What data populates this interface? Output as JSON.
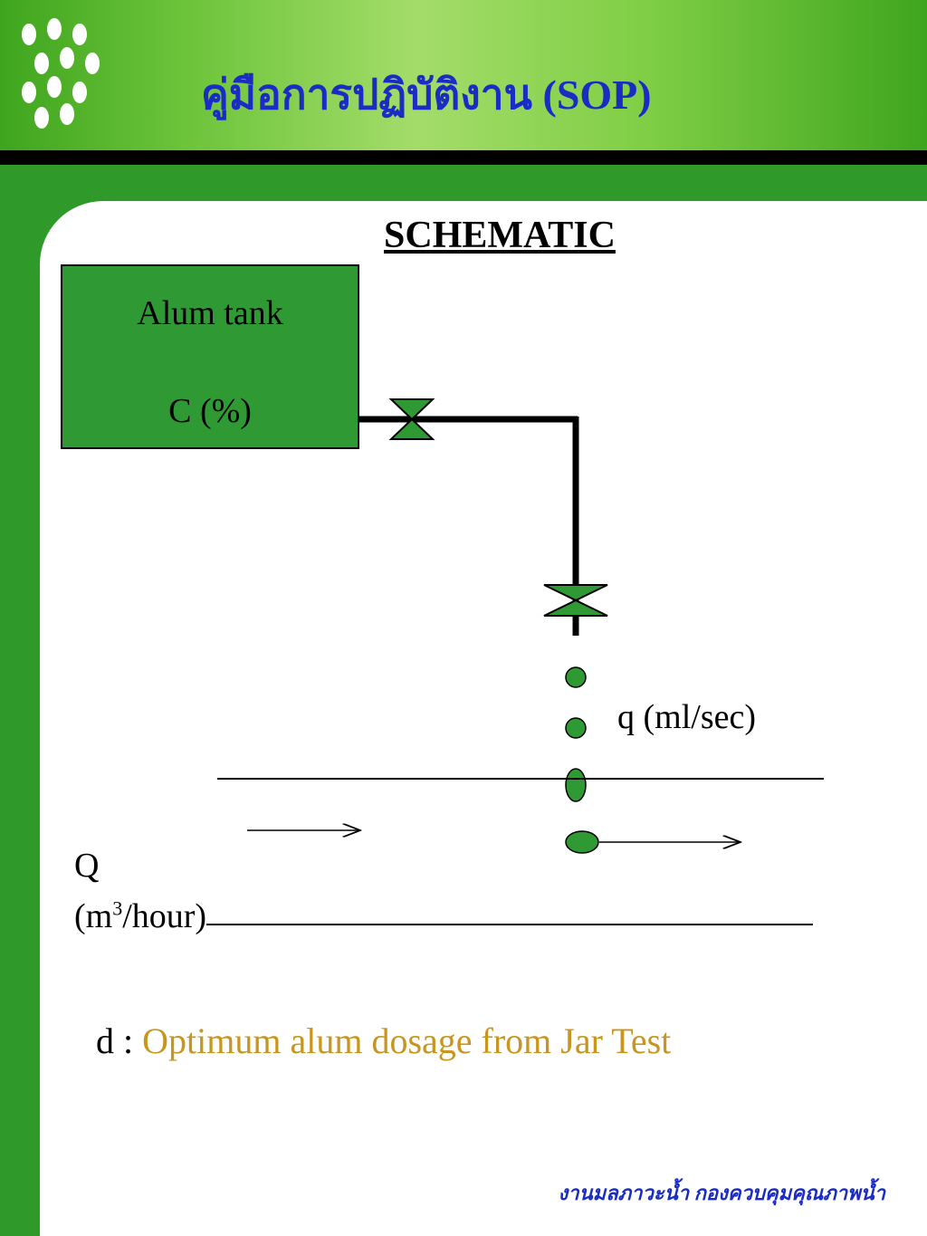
{
  "header": {
    "title": "คู่มือการปฏิบัติงาน (SOP)"
  },
  "section": {
    "title": "SCHEMATIC"
  },
  "tank": {
    "name": "Alum tank",
    "concentration": "C (%)"
  },
  "labels": {
    "q": "q (ml/sec)",
    "Q": "Q",
    "Q_unit_pre": "(m",
    "Q_unit_sup": "3",
    "Q_unit_post": "/hour)"
  },
  "dosage": {
    "prefix": "d : ",
    "text": "Optimum alum dosage from Jar Test"
  },
  "footer": {
    "text": "งานมลภาวะน้ำ กองควบคุมคุณภาพน้ำ"
  },
  "colors": {
    "header_title": "#1a2cc4",
    "tank_fill": "#2f9a34",
    "dosage_text": "#c8961e",
    "frame_green": "#2f9a2a"
  }
}
